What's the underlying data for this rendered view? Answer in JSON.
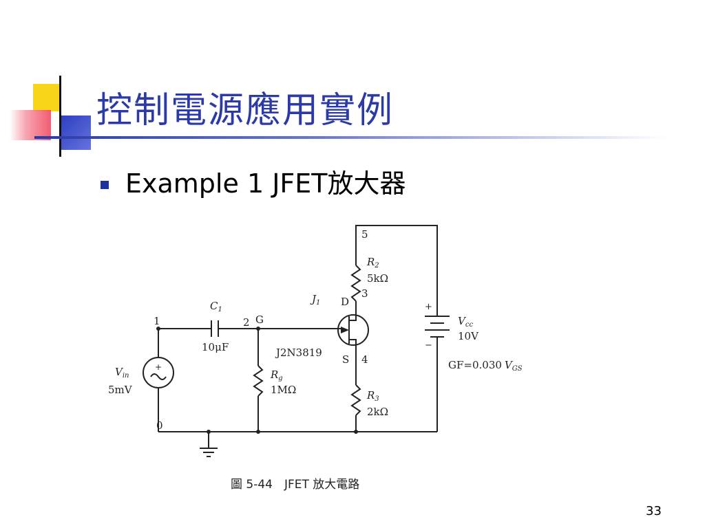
{
  "slide": {
    "title": "控制電源應用實例",
    "bullet": "Example 1 JFET放大器",
    "page_number": "33"
  },
  "circuit": {
    "caption": "圖 5-44　JFET 放大電路",
    "nodes": {
      "n1": "1",
      "n2": "2",
      "n3": "3",
      "n4": "4",
      "n5": "5",
      "n0": "0"
    },
    "jfet": {
      "ref": "J",
      "ref_sub": "1",
      "model": "J2N3819",
      "gate": "G",
      "drain": "D",
      "source": "S"
    },
    "c1": {
      "ref": "C",
      "ref_sub": "1",
      "value": "10μF"
    },
    "rg": {
      "ref": "R",
      "ref_sub": "g",
      "value": "1MΩ"
    },
    "r2": {
      "ref": "R",
      "ref_sub": "2",
      "value": "5kΩ"
    },
    "r3": {
      "ref": "R",
      "ref_sub": "3",
      "value": "2kΩ"
    },
    "vin": {
      "ref": "V",
      "ref_sub": "in",
      "value": "5mV"
    },
    "vcc": {
      "ref": "V",
      "ref_sub": "cc",
      "value": "10V",
      "plus": "+",
      "minus": "−"
    },
    "source_signs": {
      "plus": "+",
      "minus": "−"
    },
    "controlled": {
      "expr": "GF=0.030",
      "var": "V",
      "var_sub": "GS"
    }
  },
  "colors": {
    "title": "#2b3aa6",
    "bullet": "#1c2fa3",
    "deco_yellow": "#f7d61a",
    "deco_blue": "#2d3ec2",
    "deco_red": "#f0607a"
  }
}
